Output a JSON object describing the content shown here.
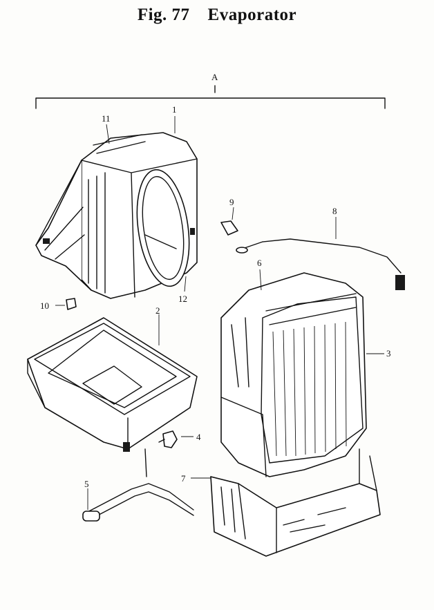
{
  "figure": {
    "number": "Fig. 77",
    "title": "Evaporator"
  },
  "callouts": {
    "assembly": "A",
    "part_1": "1",
    "part_2": "2",
    "part_3": "3",
    "part_4": "4",
    "part_5": "5",
    "part_6": "6",
    "part_7": "7",
    "part_8": "8",
    "part_9": "9",
    "part_10": "10",
    "part_11": "11",
    "part_12": "12"
  },
  "colors": {
    "ink": "#111111",
    "paper": "#fdfdfb"
  }
}
